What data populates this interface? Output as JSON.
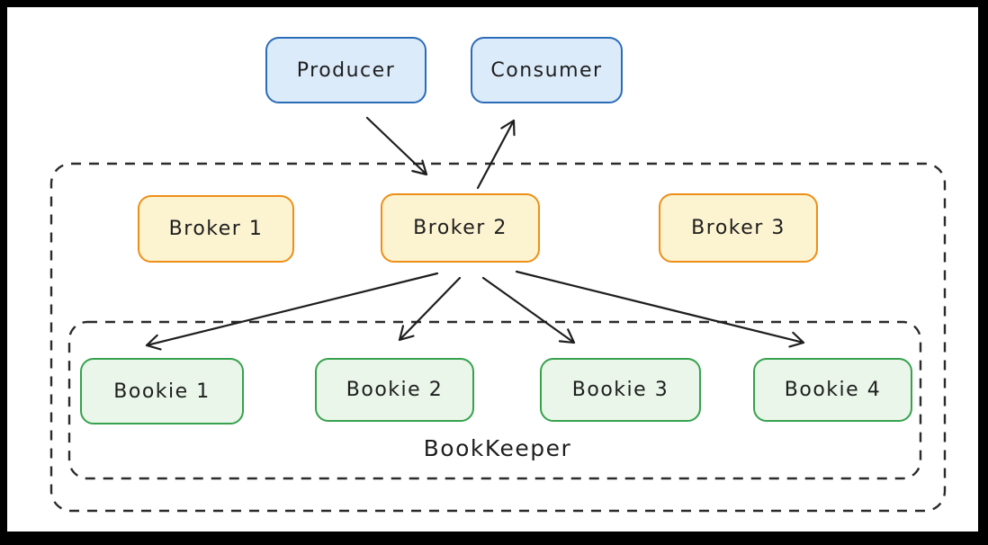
{
  "canvas": {
    "background": "#ffffff",
    "frame_color": "#000000"
  },
  "colors": {
    "client_fill": "#dcebfa",
    "client_border": "#2b6cb8",
    "broker_fill": "#fcf3d1",
    "broker_border": "#ee8f17",
    "bookie_fill": "#e9f6e9",
    "bookie_border": "#36a24d",
    "container_border": "#2b2b2b",
    "arrow": "#1e1e1e",
    "text": "#1e1e1e"
  },
  "nodes": {
    "producer": {
      "label": "Producer"
    },
    "consumer": {
      "label": "Consumer"
    },
    "broker1": {
      "label": "Broker 1"
    },
    "broker2": {
      "label": "Broker 2"
    },
    "broker3": {
      "label": "Broker 3"
    },
    "bookie1": {
      "label": "Bookie 1"
    },
    "bookie2": {
      "label": "Bookie 2"
    },
    "bookie3": {
      "label": "Bookie 3"
    },
    "bookie4": {
      "label": "Bookie 4"
    }
  },
  "containers": {
    "cluster": {
      "label": ""
    },
    "bookkeeper": {
      "label": "BookKeeper"
    }
  },
  "edges": [
    {
      "from": "producer",
      "to": "broker2"
    },
    {
      "from": "broker2",
      "to": "consumer"
    },
    {
      "from": "broker2",
      "to": "bookie1"
    },
    {
      "from": "broker2",
      "to": "bookie2"
    },
    {
      "from": "broker2",
      "to": "bookie3"
    },
    {
      "from": "broker2",
      "to": "bookie4"
    }
  ]
}
